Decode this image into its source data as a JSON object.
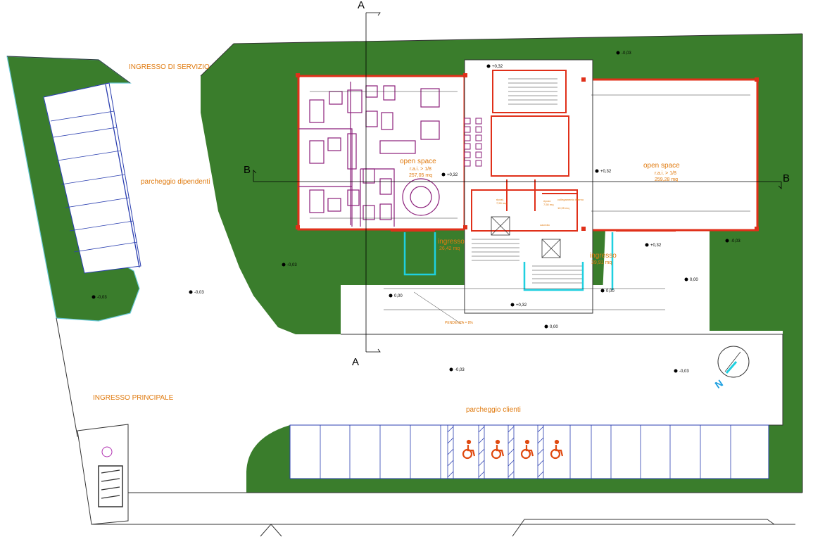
{
  "site": {
    "labels": {
      "service_entrance": "INGRESSO DI SERVIZIO",
      "main_entrance": "INGRESSO PRINCIPALE",
      "employee_parking": "parcheggio dipendenti",
      "client_parking": "parcheggio clienti"
    },
    "section_marks": {
      "a_top": "A",
      "a_bottom": "A",
      "b_left": "B",
      "b_right": "B"
    },
    "levels": [
      "+0,32",
      "-0,03",
      "0,00",
      "-0,03",
      "-0,03",
      "-0,03",
      "-0,03",
      "+0,32",
      "+0,32",
      "+0,32",
      "0,00",
      "0,00",
      "+0,32",
      "0,00",
      "-0,03",
      "-0,03"
    ],
    "north_label": "N",
    "ramp_note": "PENDENZA = 8%"
  },
  "rooms": {
    "open_space_west": {
      "name": "open space",
      "ratio": "r.a.i. > 1/8",
      "area": "257,05 mq"
    },
    "open_space_east": {
      "name": "open space",
      "ratio": "r.a.i. > 1/8",
      "area": "259,28 mq"
    },
    "entrance_west": {
      "name": "ingresso",
      "area": "26,42 mq"
    },
    "entrance_east": {
      "name": "ingresso",
      "area": "39,91 mq"
    },
    "lobby_small_1": {
      "name": "ripost.",
      "area": "7,50 mq"
    },
    "lobby_small_2": {
      "name": "ripost.",
      "area": "7,50 mq"
    },
    "connection": {
      "name": "collegamento interno",
      "area": "10,95 mq"
    },
    "stair_label": "cavedio"
  },
  "colors": {
    "grass": "#3a7d2c",
    "wall": "#e0301a",
    "furniture": "#8b1f7a",
    "parking_line": "#2b3fb0",
    "accessible": "#e04a10",
    "glass": "#1fd0e0",
    "text_orange": "#e07b10"
  },
  "icons": [
    "wheelchair-icon",
    "north-arrow-icon",
    "level-marker-icon"
  ]
}
